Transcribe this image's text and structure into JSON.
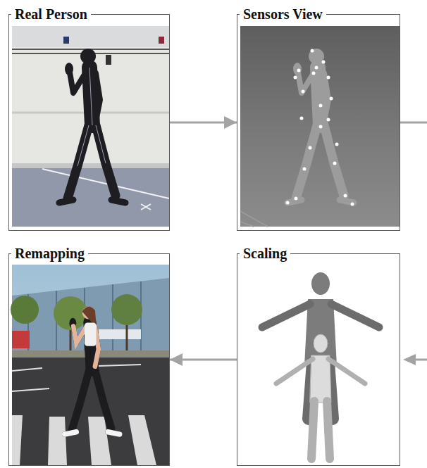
{
  "diagram": {
    "nodes": [
      {
        "text": [
          "Real Person"
        ]
      },
      {
        "text": [
          "Sensors View"
        ]
      },
      {
        "text": [
          "Remapping"
        ]
      },
      {
        "text": [
          "Scaling"
        ]
      }
    ],
    "edges": [
      {
        "from": 0,
        "to": 1,
        "arrow": "to"
      },
      {
        "from": 3,
        "to": 2,
        "arrow": "to"
      }
    ]
  }
}
